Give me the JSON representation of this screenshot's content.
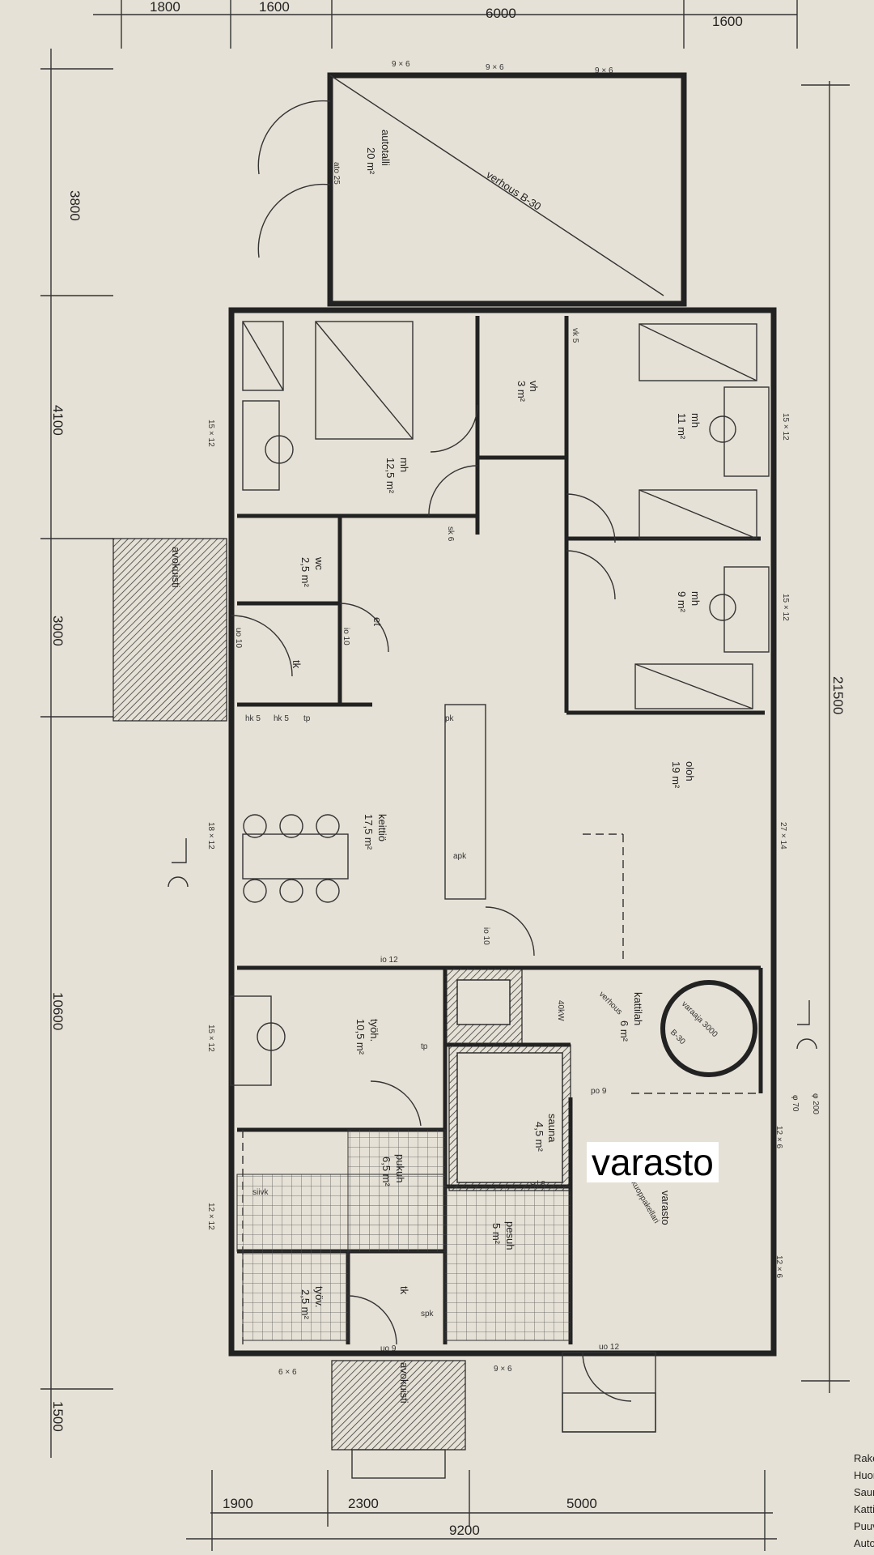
{
  "dimensions": {
    "top": [
      "1800",
      "1600",
      "6000",
      "1600"
    ],
    "left": [
      "3800",
      "4100",
      "3000",
      "10600",
      "1500"
    ],
    "right": "21500",
    "bottom_segments": [
      "1900",
      "2300",
      "5000"
    ],
    "bottom_total": "9200"
  },
  "rooms": {
    "autotalli": {
      "name": "autotalli",
      "area": "20 m²"
    },
    "mh_a": {
      "name": "mh",
      "area": "12,5 m²"
    },
    "vh": {
      "name": "vh",
      "area": "3 m²"
    },
    "mh_b": {
      "name": "mh",
      "area": "11 m²"
    },
    "wc": {
      "name": "wc",
      "area": "2,5 m²"
    },
    "et": {
      "name": "et",
      "area": ""
    },
    "tk_a": {
      "name": "tk",
      "area": ""
    },
    "mh_c": {
      "name": "mh",
      "area": "9 m²"
    },
    "keittio": {
      "name": "keittiö",
      "area": "17,5 m²"
    },
    "oloh": {
      "name": "oloh",
      "area": "19 m²"
    },
    "tyoh": {
      "name": "työh.",
      "area": "10,5 m²"
    },
    "kattilah": {
      "name": "kattilah",
      "area": "6 m²"
    },
    "sauna": {
      "name": "sauna",
      "area": "4,5 m²"
    },
    "pukuh": {
      "name": "pukuh",
      "area": "6,5 m²"
    },
    "pesuh": {
      "name": "pesuh",
      "area": "5 m²"
    },
    "varasto": {
      "name": "varasto",
      "area": ""
    },
    "tyov": {
      "name": "työv.",
      "area": "2,5 m²"
    },
    "tk_b": {
      "name": "tk",
      "area": ""
    },
    "avokuisti_a": {
      "name": "avokuisti",
      "area": ""
    },
    "avokuisti_b": {
      "name": "avokuisti",
      "area": ""
    }
  },
  "annotations": {
    "verhous_b30": "verhous  B-30",
    "varaaja": "varaaja 3000",
    "verhous_kattila": "verhous",
    "b30_kattila": "B-30",
    "power": "40kW",
    "kuoppakellari": "kuoppakellari",
    "pipe_200": "φ 200",
    "pipe_70": "φ 70",
    "window_9x6": "9 × 6",
    "window_15x12": "15 × 12",
    "window_18x12": "18 × 12",
    "window_27x14": "27 × 14",
    "window_12x6": "12 × 6",
    "window_12x12": "12 × 12",
    "window_6x6": "6 × 6",
    "door_uo10": "uo 10",
    "door_uo9": "uo 9",
    "door_uo12": "uo 12",
    "door_ato25": "ato 25",
    "door_io12": "io 12",
    "door_io10": "io 10",
    "door_po9": "po 9",
    "door_sd8": "sd 8",
    "hk5": "hk 5",
    "vk5": "vk 5",
    "tp": "tp",
    "pk": "pk",
    "apk": "apk",
    "sk6": "sk 6",
    "spk": "spk",
    "siivk": "siivk"
  },
  "overlay": {
    "label": "varasto"
  },
  "legend": [
    "Rakenn",
    "Huonei",
    "Sauna",
    "Kattila",
    "Puuvar",
    "Autota"
  ]
}
